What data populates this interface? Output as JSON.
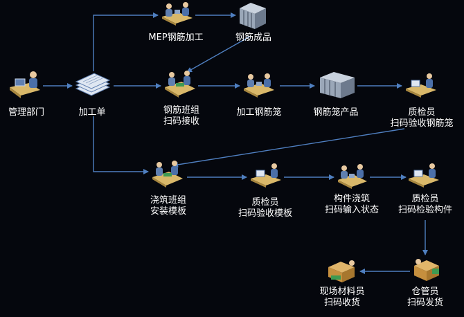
{
  "nodes": {
    "mgmt": {
      "lines": [
        "管理部门"
      ]
    },
    "order": {
      "lines": [
        "加工单"
      ]
    },
    "mep": {
      "lines": [
        "MEP钢筋加工"
      ]
    },
    "rebar_product": {
      "lines": [
        "钢筋成品"
      ]
    },
    "rebar_team": {
      "lines": [
        "钢筋班组",
        "扫码接收"
      ]
    },
    "cage_process": {
      "lines": [
        "加工钢筋笼"
      ]
    },
    "cage_product": {
      "lines": [
        "钢筋笼产品"
      ]
    },
    "qc_cage": {
      "lines": [
        "质检员",
        "扫码验收钢筋笼"
      ]
    },
    "pour_team": {
      "lines": [
        "浇筑班组",
        "安装模板"
      ]
    },
    "qc_mold": {
      "lines": [
        "质检员",
        "扫码验收模板"
      ]
    },
    "pour_status": {
      "lines": [
        "构件浇筑",
        "扫码输入状态"
      ]
    },
    "qc_member": {
      "lines": [
        "质检员",
        "扫码检验构件"
      ]
    },
    "site_material": {
      "lines": [
        "现场材料员",
        "扫码收货"
      ]
    },
    "warehouse": {
      "lines": [
        "仓管员",
        "扫码发货"
      ]
    }
  },
  "colors": {
    "background": "#05070d",
    "arrow": "#4f7fc0",
    "text": "#ffffff",
    "desk": "#d9b86a",
    "person": "#5f7fb0",
    "box": "#9aa7b8"
  },
  "icons": {
    "mgmt": "office-worker-icon",
    "order": "document-stack-icon",
    "mep": "workers-desk-icon",
    "rebar_product": "crate-icon",
    "rebar_team": "workers-desk-icon",
    "cage_process": "workers-desk-icon",
    "cage_product": "crate-icon",
    "qc_cage": "inspector-desk-icon",
    "pour_team": "workers-desk-icon",
    "qc_mold": "inspector-desk-icon",
    "pour_status": "workers-desk-icon",
    "qc_member": "inspector-desk-icon",
    "site_material": "cargo-box-icon",
    "warehouse": "cargo-box-icon"
  }
}
